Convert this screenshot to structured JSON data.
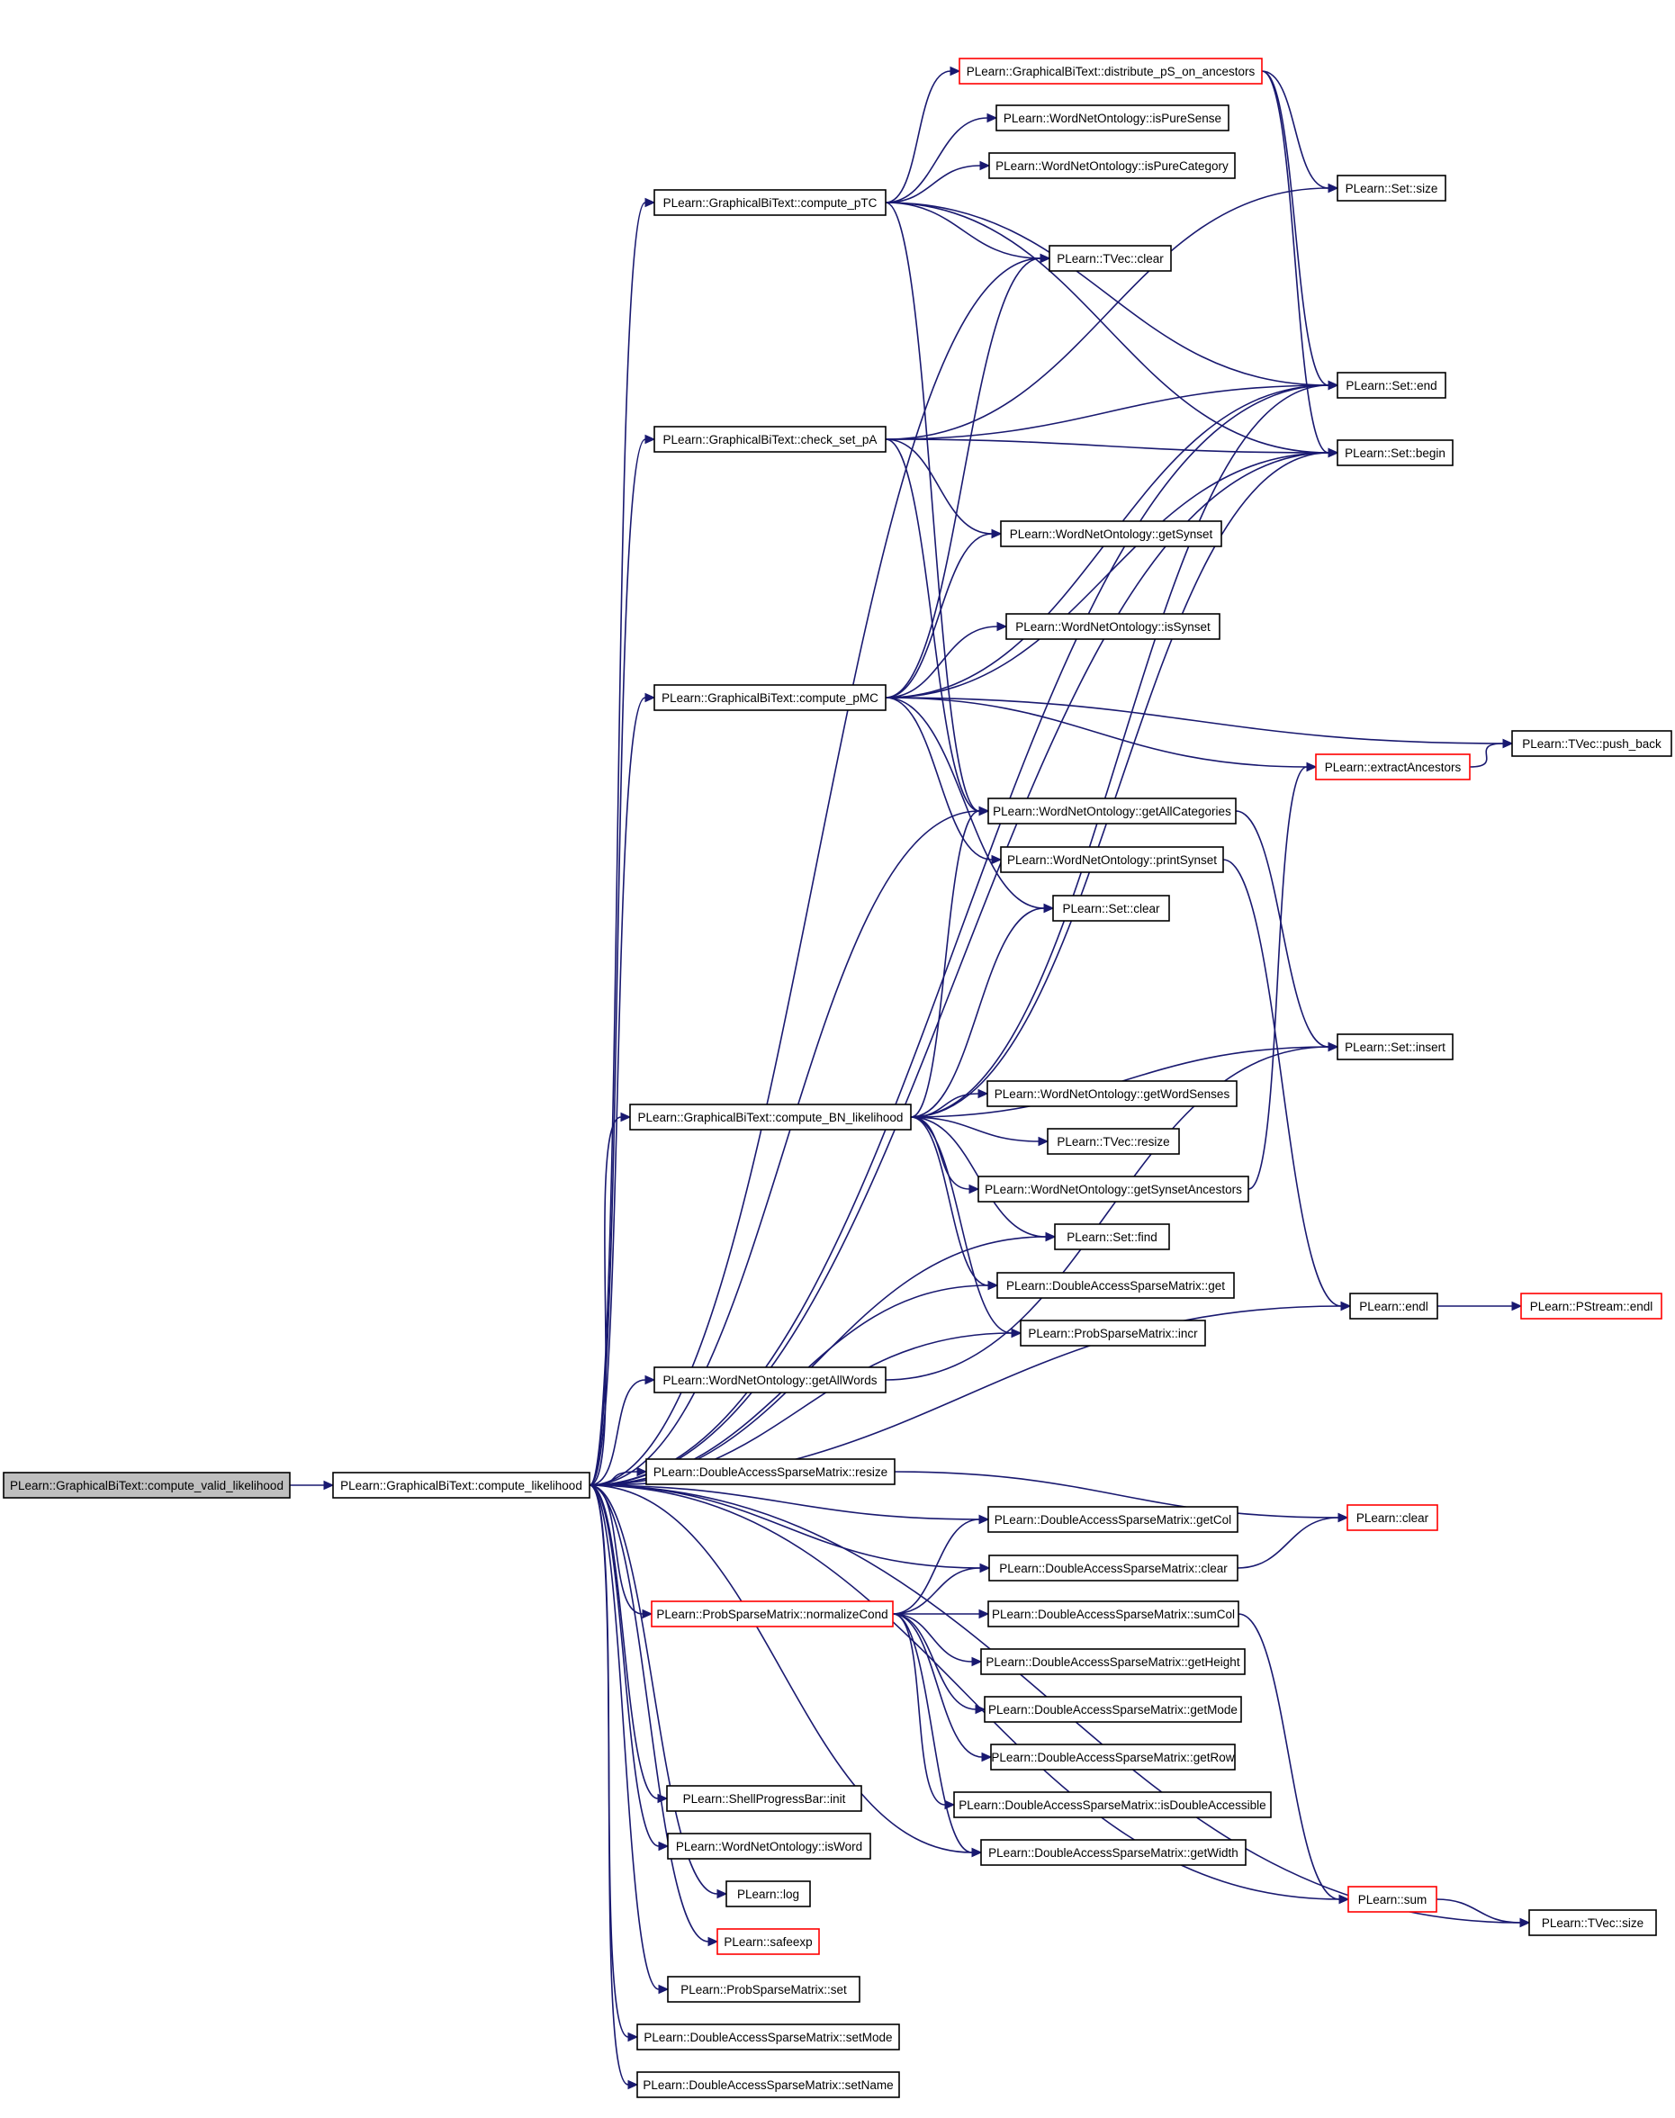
{
  "nodes": [
    {
      "id": "root",
      "label": "PLearn::GraphicalBiText::compute_valid_likelihood",
      "style": "root"
    },
    {
      "id": "cl",
      "label": "PLearn::GraphicalBiText::compute_likelihood",
      "style": "normal"
    },
    {
      "id": "dist",
      "label": "PLearn::GraphicalBiText::distribute_pS_on_ancestors",
      "style": "red"
    },
    {
      "id": "pureSense",
      "label": "PLearn::WordNetOntology::isPureSense",
      "style": "normal"
    },
    {
      "id": "pureCat",
      "label": "PLearn::WordNetOntology::isPureCategory",
      "style": "normal"
    },
    {
      "id": "setSize",
      "label": "PLearn::Set::size",
      "style": "normal"
    },
    {
      "id": "pTC",
      "label": "PLearn::GraphicalBiText::compute_pTC",
      "style": "normal"
    },
    {
      "id": "tvecClear",
      "label": "PLearn::TVec::clear",
      "style": "normal"
    },
    {
      "id": "setEnd",
      "label": "PLearn::Set::end",
      "style": "normal"
    },
    {
      "id": "checkA",
      "label": "PLearn::GraphicalBiText::check_set_pA",
      "style": "normal"
    },
    {
      "id": "setBegin",
      "label": "PLearn::Set::begin",
      "style": "normal"
    },
    {
      "id": "getSynset",
      "label": "PLearn::WordNetOntology::getSynset",
      "style": "normal"
    },
    {
      "id": "isSynset",
      "label": "PLearn::WordNetOntology::isSynset",
      "style": "normal"
    },
    {
      "id": "pMC",
      "label": "PLearn::GraphicalBiText::compute_pMC",
      "style": "normal"
    },
    {
      "id": "pushBack",
      "label": "PLearn::TVec::push_back",
      "style": "normal"
    },
    {
      "id": "extAnc",
      "label": "PLearn::extractAncestors",
      "style": "red"
    },
    {
      "id": "getAllCat",
      "label": "PLearn::WordNetOntology::getAllCategories",
      "style": "normal"
    },
    {
      "id": "printSyn",
      "label": "PLearn::WordNetOntology::printSynset",
      "style": "normal"
    },
    {
      "id": "setClear",
      "label": "PLearn::Set::clear",
      "style": "normal"
    },
    {
      "id": "setInsert",
      "label": "PLearn::Set::insert",
      "style": "normal"
    },
    {
      "id": "bn",
      "label": "PLearn::GraphicalBiText::compute_BN_likelihood",
      "style": "normal"
    },
    {
      "id": "getWS",
      "label": "PLearn::WordNetOntology::getWordSenses",
      "style": "normal"
    },
    {
      "id": "tvecResize",
      "label": "PLearn::TVec::resize",
      "style": "normal"
    },
    {
      "id": "getSA",
      "label": "PLearn::WordNetOntology::getSynsetAncestors",
      "style": "normal"
    },
    {
      "id": "setFind",
      "label": "PLearn::Set::find",
      "style": "normal"
    },
    {
      "id": "dasmGet",
      "label": "PLearn::DoubleAccessSparseMatrix::get",
      "style": "normal"
    },
    {
      "id": "endl",
      "label": "PLearn::endl",
      "style": "normal"
    },
    {
      "id": "pstreamEndl",
      "label": "PLearn::PStream::endl",
      "style": "red"
    },
    {
      "id": "incr",
      "label": "PLearn::ProbSparseMatrix::incr",
      "style": "normal"
    },
    {
      "id": "getAllWords",
      "label": "PLearn::WordNetOntology::getAllWords",
      "style": "normal"
    },
    {
      "id": "dasmResize",
      "label": "PLearn::DoubleAccessSparseMatrix::resize",
      "style": "normal"
    },
    {
      "id": "plClear",
      "label": "PLearn::clear",
      "style": "red"
    },
    {
      "id": "getCol",
      "label": "PLearn::DoubleAccessSparseMatrix::getCol",
      "style": "normal"
    },
    {
      "id": "dasmClear",
      "label": "PLearn::DoubleAccessSparseMatrix::clear",
      "style": "normal"
    },
    {
      "id": "normCond",
      "label": "PLearn::ProbSparseMatrix::normalizeCond",
      "style": "red"
    },
    {
      "id": "sumCol",
      "label": "PLearn::DoubleAccessSparseMatrix::sumCol",
      "style": "normal"
    },
    {
      "id": "getHeight",
      "label": "PLearn::DoubleAccessSparseMatrix::getHeight",
      "style": "normal"
    },
    {
      "id": "getMode",
      "label": "PLearn::DoubleAccessSparseMatrix::getMode",
      "style": "normal"
    },
    {
      "id": "getRow",
      "label": "PLearn::DoubleAccessSparseMatrix::getRow",
      "style": "normal"
    },
    {
      "id": "isDA",
      "label": "PLearn::DoubleAccessSparseMatrix::isDoubleAccessible",
      "style": "normal"
    },
    {
      "id": "getWidth",
      "label": "PLearn::DoubleAccessSparseMatrix::getWidth",
      "style": "normal"
    },
    {
      "id": "spbInit",
      "label": "PLearn::ShellProgressBar::init",
      "style": "normal"
    },
    {
      "id": "plSum",
      "label": "PLearn::sum",
      "style": "red"
    },
    {
      "id": "isWord",
      "label": "PLearn::WordNetOntology::isWord",
      "style": "normal"
    },
    {
      "id": "tvecSize",
      "label": "PLearn::TVec::size",
      "style": "normal"
    },
    {
      "id": "plLog",
      "label": "PLearn::log",
      "style": "normal"
    },
    {
      "id": "safeexp",
      "label": "PLearn::safeexp",
      "style": "red"
    },
    {
      "id": "psmSet",
      "label": "PLearn::ProbSparseMatrix::set",
      "style": "normal"
    },
    {
      "id": "setMode",
      "label": "PLearn::DoubleAccessSparseMatrix::setMode",
      "style": "normal"
    },
    {
      "id": "setName",
      "label": "PLearn::DoubleAccessSparseMatrix::setName",
      "style": "normal"
    }
  ],
  "edges": [
    [
      "root",
      "cl"
    ],
    [
      "cl",
      "pTC"
    ],
    [
      "cl",
      "tvecClear"
    ],
    [
      "cl",
      "setEnd"
    ],
    [
      "cl",
      "checkA"
    ],
    [
      "cl",
      "setBegin"
    ],
    [
      "cl",
      "pMC"
    ],
    [
      "cl",
      "getAllCat"
    ],
    [
      "cl",
      "bn"
    ],
    [
      "cl",
      "setFind"
    ],
    [
      "cl",
      "dasmGet"
    ],
    [
      "cl",
      "incr"
    ],
    [
      "cl",
      "getAllWords"
    ],
    [
      "cl",
      "endl"
    ],
    [
      "cl",
      "dasmResize"
    ],
    [
      "cl",
      "getCol"
    ],
    [
      "cl",
      "dasmClear"
    ],
    [
      "cl",
      "normCond"
    ],
    [
      "cl",
      "getWidth"
    ],
    [
      "cl",
      "spbInit"
    ],
    [
      "cl",
      "plSum"
    ],
    [
      "cl",
      "isWord"
    ],
    [
      "cl",
      "tvecSize"
    ],
    [
      "cl",
      "plLog"
    ],
    [
      "cl",
      "safeexp"
    ],
    [
      "cl",
      "psmSet"
    ],
    [
      "cl",
      "setMode"
    ],
    [
      "cl",
      "setName"
    ],
    [
      "pTC",
      "dist"
    ],
    [
      "pTC",
      "pureSense"
    ],
    [
      "pTC",
      "pureCat"
    ],
    [
      "pTC",
      "tvecClear"
    ],
    [
      "pTC",
      "setEnd"
    ],
    [
      "pTC",
      "setBegin"
    ],
    [
      "pTC",
      "getAllCat"
    ],
    [
      "dist",
      "setSize"
    ],
    [
      "dist",
      "setEnd"
    ],
    [
      "dist",
      "setBegin"
    ],
    [
      "checkA",
      "setSize"
    ],
    [
      "checkA",
      "setEnd"
    ],
    [
      "checkA",
      "setBegin"
    ],
    [
      "checkA",
      "getSynset"
    ],
    [
      "checkA",
      "getAllCat"
    ],
    [
      "pMC",
      "tvecClear"
    ],
    [
      "pMC",
      "getSynset"
    ],
    [
      "pMC",
      "isSynset"
    ],
    [
      "pMC",
      "setEnd"
    ],
    [
      "pMC",
      "setBegin"
    ],
    [
      "pMC",
      "pushBack"
    ],
    [
      "pMC",
      "extAnc"
    ],
    [
      "pMC",
      "printSyn"
    ],
    [
      "pMC",
      "setClear"
    ],
    [
      "extAnc",
      "pushBack"
    ],
    [
      "getAllCat",
      "setInsert"
    ],
    [
      "printSyn",
      "endl"
    ],
    [
      "bn",
      "getAllCat"
    ],
    [
      "bn",
      "setClear"
    ],
    [
      "bn",
      "setEnd"
    ],
    [
      "bn",
      "setBegin"
    ],
    [
      "bn",
      "setInsert"
    ],
    [
      "bn",
      "getWS"
    ],
    [
      "bn",
      "tvecResize"
    ],
    [
      "bn",
      "getSA"
    ],
    [
      "bn",
      "setFind"
    ],
    [
      "bn",
      "dasmGet"
    ],
    [
      "bn",
      "incr"
    ],
    [
      "getSA",
      "extAnc"
    ],
    [
      "endl",
      "pstreamEndl"
    ],
    [
      "getAllWords",
      "setInsert"
    ],
    [
      "dasmResize",
      "plClear"
    ],
    [
      "dasmClear",
      "plClear"
    ],
    [
      "normCond",
      "getCol"
    ],
    [
      "normCond",
      "dasmClear"
    ],
    [
      "normCond",
      "sumCol"
    ],
    [
      "normCond",
      "getHeight"
    ],
    [
      "normCond",
      "getMode"
    ],
    [
      "normCond",
      "getRow"
    ],
    [
      "normCond",
      "isDA"
    ],
    [
      "normCond",
      "getWidth"
    ],
    [
      "sumCol",
      "plSum"
    ],
    [
      "plSum",
      "tvecSize"
    ]
  ]
}
